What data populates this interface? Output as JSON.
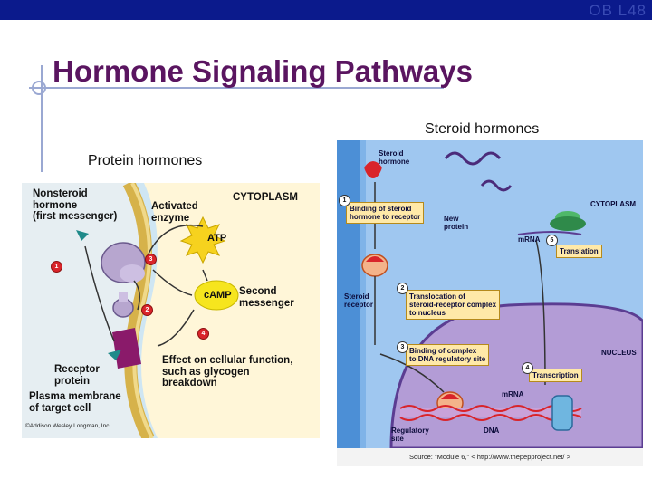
{
  "header": {
    "corner_label": "OB L48"
  },
  "title": "Hormone Signaling Pathways",
  "captions": {
    "steroid": "Steroid hormones",
    "protein": "Protein hormones"
  },
  "left_figure": {
    "nonsteroid": "Nonsteroid\nhormone\n(first messenger)",
    "activated_enzyme": "Activated\nenzyme",
    "cytoplasm": "CYTOPLASM",
    "atp": "ATP",
    "camp": "cAMP",
    "second_messenger": "Second\nmessenger",
    "effect": "Effect on cellular function,\nsuch as glycogen\nbreakdown",
    "receptor": "Receptor\nprotein",
    "plasma": "Plasma membrane\nof target cell",
    "copyright": "©Addison Wesley Longman, Inc.",
    "steps": [
      "1",
      "2",
      "3",
      "4"
    ]
  },
  "right_figure": {
    "steroid_hormone": "Steroid\nhormone",
    "binding_receptor": "Binding of steroid\nhormone to receptor",
    "new_protein": "New\nprotein",
    "cytoplasm": "CYTOPLASM",
    "mrna_top": "mRNA",
    "translation": "Translation",
    "steroid_receptor": "Steroid\nreceptor",
    "translocation": "Translocation of\nsteroid-receptor complex\nto nucleus",
    "binding_complex": "Binding of complex\nto DNA regulatory site",
    "nucleus": "NUCLEUS",
    "transcription": "Transcription",
    "mrna_bottom": "mRNA",
    "regulatory_site": "Regulatory\nsite",
    "dna": "DNA",
    "source": "Source: \"Module 6,\" < http://www.thepepproject.net/ >",
    "steps": [
      "1",
      "2",
      "3",
      "4",
      "5"
    ]
  }
}
